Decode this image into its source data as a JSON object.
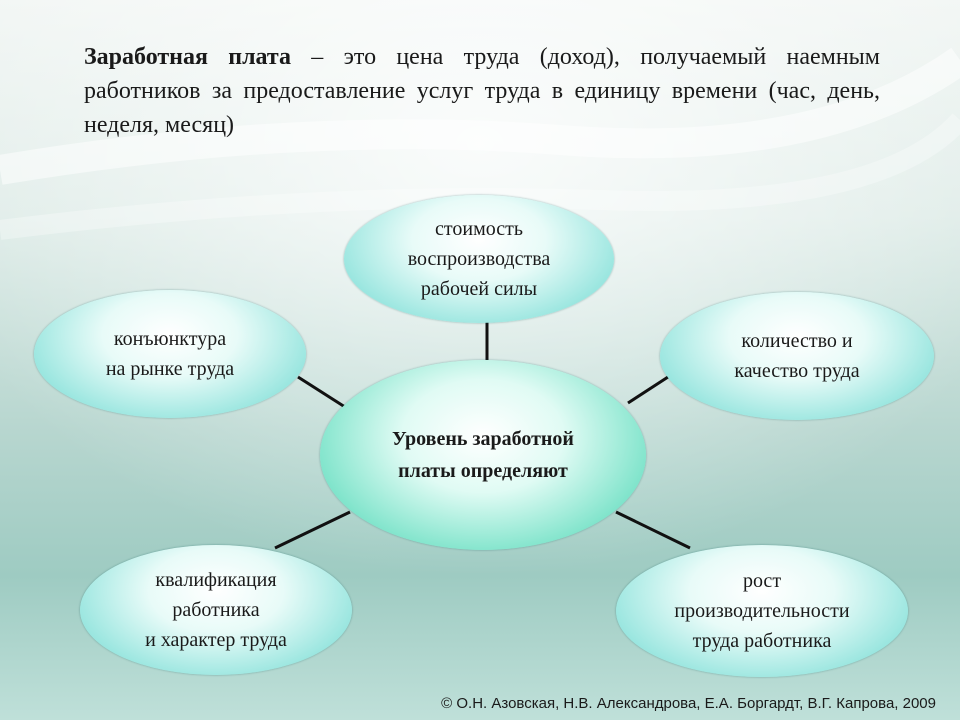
{
  "definition": {
    "term": "Заработная плата",
    "text": " – это цена труда (доход), получаемый наемным работников за предоставление услуг труда в единицу времени (час, день, неделя, месяц)"
  },
  "diagram": {
    "center": "Уровень заработной\nплаты определяют",
    "top": "стоимость\nвоспроизводства\nрабочей силы",
    "left": "конъюнктура\nна рынке труда",
    "right": "количество и\nкачество труда",
    "bottom_left": "квалификация\nработника\nи характер труда",
    "bottom_right": "рост\nпроизводительности\nтруда работника"
  },
  "footer": {
    "copyright": "© О.Н. Азовская, Н.В. Александрова, Е.А. Боргардт, В.Г. Капрова, 2009"
  }
}
